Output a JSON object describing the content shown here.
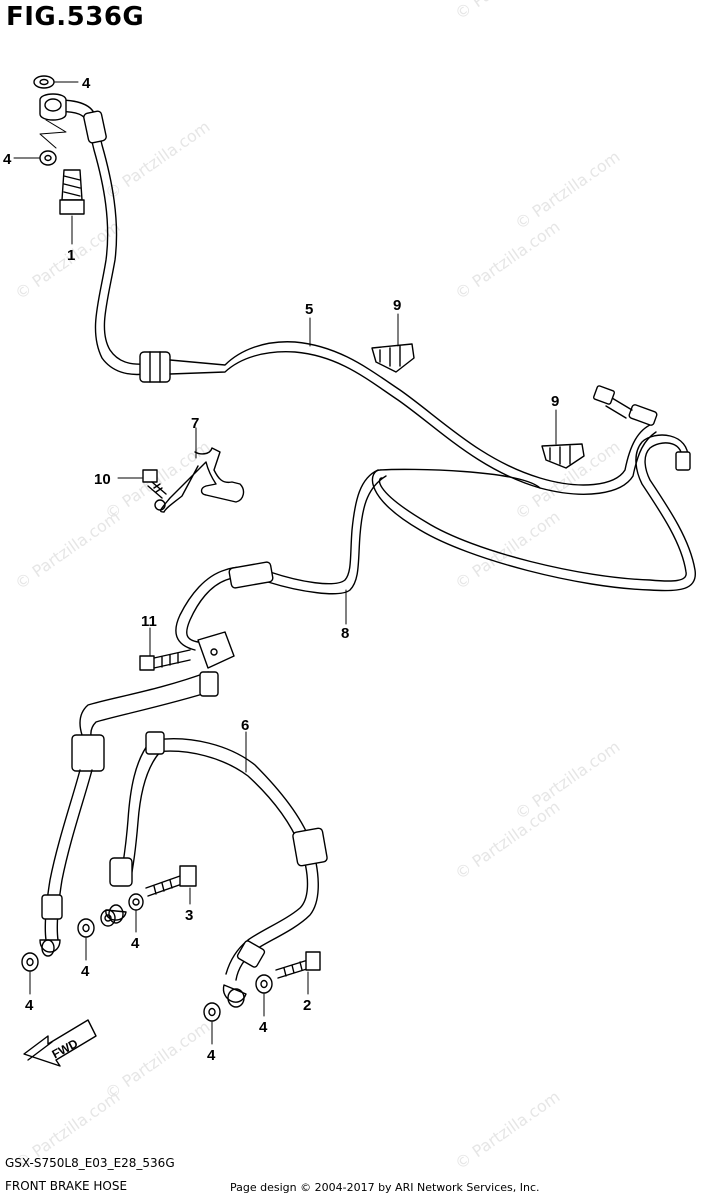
{
  "figure": {
    "title": "FIG.536G"
  },
  "callouts": {
    "c1": "1",
    "c2": "2",
    "c3": "3",
    "c4a": "4",
    "c4b": "4",
    "c4c": "4",
    "c4d": "4",
    "c4e": "4",
    "c4f": "4",
    "c4g": "4",
    "c5": "5",
    "c6": "6",
    "c7": "7",
    "c8": "8",
    "c9a": "9",
    "c9b": "9",
    "c10": "10",
    "c11": "11"
  },
  "fwd_label": "FWD",
  "watermark": "© Partzilla.com",
  "footer": {
    "model_code": "GSX-S750L8_E03_E28_536G",
    "part_name": "FRONT BRAKE HOSE",
    "credit": "Page design © 2004-2017 by ARI Network Services, Inc."
  },
  "colors": {
    "line": "#000000",
    "watermark": "#e6e6e6"
  }
}
